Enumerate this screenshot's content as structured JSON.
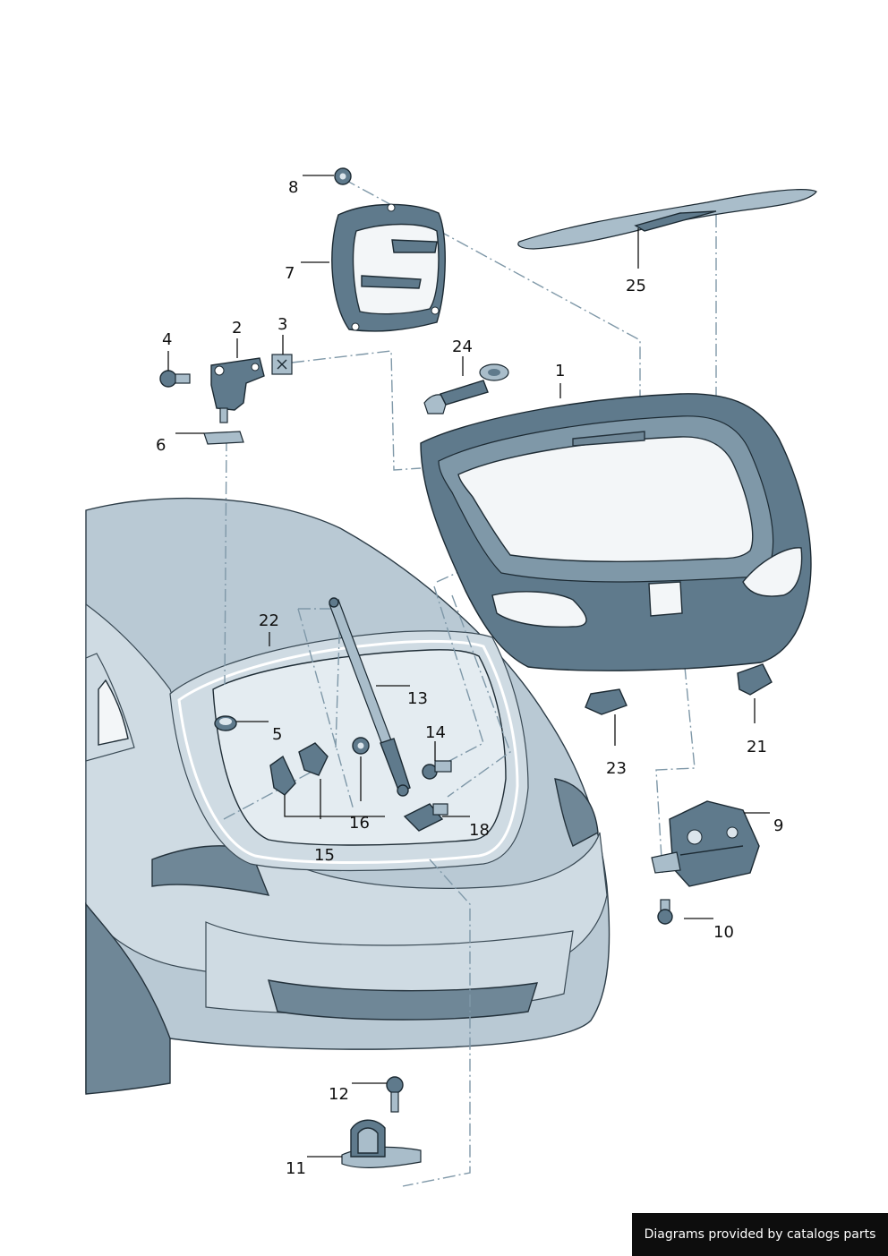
{
  "labels": {
    "p1": "1",
    "p2": "2",
    "p3": "3",
    "p4": "4",
    "p5": "5",
    "p6": "6",
    "p7": "7",
    "p8": "8",
    "p9": "9",
    "p10": "10",
    "p11": "11",
    "p12": "12",
    "p13": "13",
    "p14": "14",
    "p15": "15",
    "p16": "16",
    "p18": "18",
    "p21": "21",
    "p22": "22",
    "p23": "23",
    "p24": "24",
    "p25": "25"
  },
  "footer": {
    "text": "Diagrams provided by catalogs parts"
  },
  "colors": {
    "metal": "#5f7a8c",
    "body": "#b9c9d4",
    "glass": "#f3f6f8",
    "dash": "#7f98a8"
  }
}
